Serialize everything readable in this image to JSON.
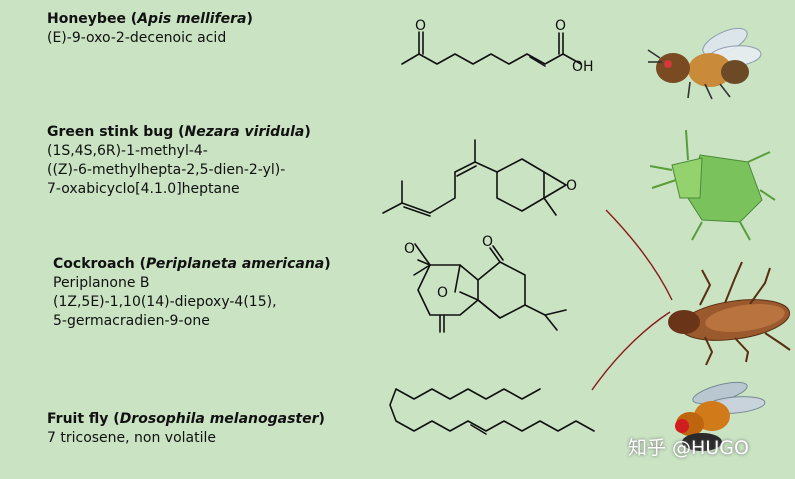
{
  "entries": [
    {
      "common": "Honeybee (",
      "latin": "Apis mellifera",
      "close": ")",
      "lines": [
        "(E)-9-oxo-2-decenoic acid"
      ]
    },
    {
      "common": "Green stink bug (",
      "latin": "Nezara viridula",
      "close": ")",
      "lines": [
        "(1S,4S,6R)-1-methyl-4-",
        "((Z)-6-methylhepta-2,5-dien-2-yl)-",
        "7-oxabicyclo[4.1.0]heptane"
      ]
    },
    {
      "common": "Cockroach (",
      "latin": "Periplaneta americana",
      "close": ")",
      "lines": [
        "Periplanone B",
        "(1Z,5E)-1,10(14)-diepoxy-4(15),",
        "5-germacradien-9-one"
      ]
    },
    {
      "common": "Fruit fly (",
      "latin": "Drosophila melanogaster",
      "close": ")",
      "lines": [
        "7 tricosene, non volatile"
      ]
    }
  ],
  "atoms": {
    "o": "O",
    "oh": "OH"
  },
  "watermark": "知乎 @HUGO"
}
